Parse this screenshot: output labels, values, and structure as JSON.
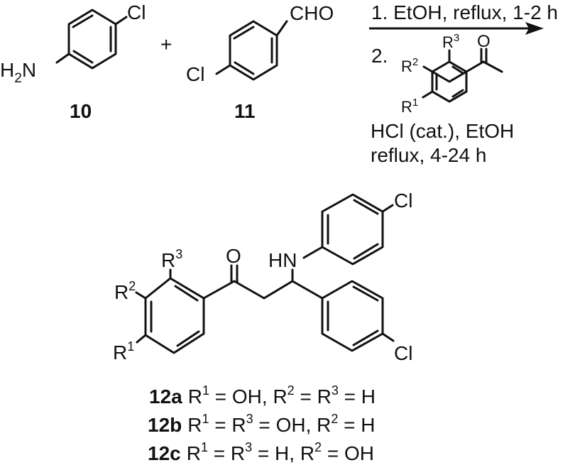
{
  "compounds": {
    "c10": {
      "number": "10",
      "substituent": "Cl",
      "amine_h": "H",
      "amine_sub": "2",
      "amine_n": "N"
    },
    "c11": {
      "number": "11",
      "aldehyde": "CHO",
      "substituent": "Cl"
    }
  },
  "plus": "+",
  "conditions": {
    "step1": "1. EtOH, reflux, 1-2 h",
    "step2_label": "2.",
    "ketone": {
      "r3": "R",
      "r3_sup": "3",
      "r2": "R",
      "r2_sup": "2",
      "r1": "R",
      "r1_sup": "1",
      "oxygen": "O"
    },
    "step2_line1": "HCl (cat.), EtOH",
    "step2_line2": "reflux, 4-24 h"
  },
  "product": {
    "r3": "R",
    "r3_sup": "3",
    "r2": "R",
    "r2_sup": "2",
    "r1": "R",
    "r1_sup": "1",
    "oxygen": "O",
    "amine": "HN",
    "cl_top": "Cl",
    "cl_bottom": "Cl"
  },
  "legend": [
    {
      "label": "12a",
      "parts": [
        "R",
        "1",
        " = OH, R",
        "2",
        " = R",
        "3",
        " = H"
      ]
    },
    {
      "label": "12b",
      "parts": [
        "R",
        "1",
        " = R",
        "3",
        " = OH, R",
        "2",
        " = H"
      ]
    },
    {
      "label": "12c",
      "parts": [
        "R",
        "1",
        " = R",
        "3",
        " = H, R",
        "2",
        " = OH"
      ]
    }
  ]
}
